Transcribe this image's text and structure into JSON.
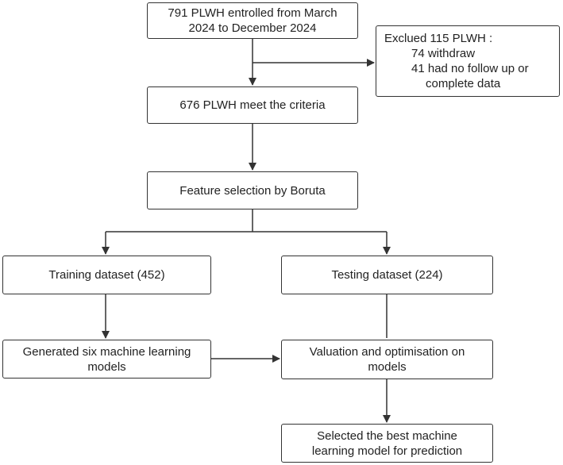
{
  "boxes": {
    "enrolled": {
      "line1": "791 PLWH entrolled from March",
      "line2": "2024 to December 2024"
    },
    "excluded": {
      "line1": "Exclued 115 PLWH :",
      "line2": "74 withdraw",
      "line3": "41 had no follow up or",
      "line4": "complete data"
    },
    "criteria": {
      "text": "676 PLWH meet the criteria"
    },
    "feature": {
      "text": "Feature selection by Boruta"
    },
    "training": {
      "text": "Training dataset (452)"
    },
    "testing": {
      "text": "Testing dataset (224)"
    },
    "generated": {
      "line1": "Generated six machine learning",
      "line2": "models"
    },
    "valuation": {
      "line1": "Valuation and optimisation on",
      "line2": "models"
    },
    "selected": {
      "line1": "Selected the best machine",
      "line2": "learning model for prediction"
    }
  },
  "colors": {
    "stroke": "#333333",
    "text": "#222222",
    "background": "#ffffff"
  }
}
